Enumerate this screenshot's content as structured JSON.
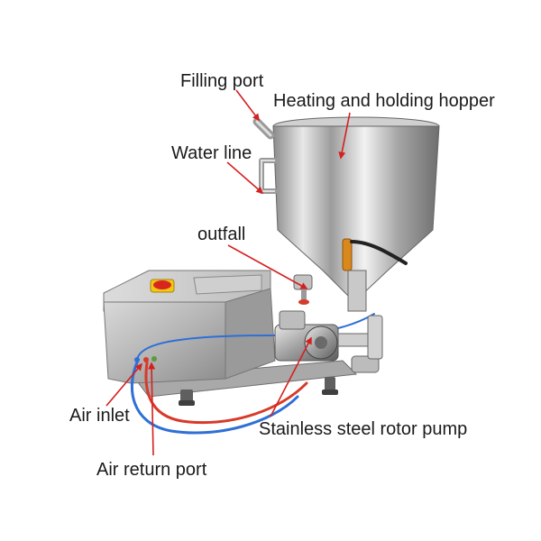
{
  "labels": {
    "filling_port": "Filling port",
    "heating_hopper": "Heating and holding hopper",
    "water_line": "Water line",
    "outfall": "outfall",
    "air_inlet": "Air inlet",
    "rotor_pump": "Stainless steel rotor pump",
    "air_return_port": "Air return port"
  },
  "colors": {
    "arrow": "#d42020",
    "steel_light": "#e6e6e6",
    "steel_mid": "#b8b8b8",
    "steel_dark": "#7a7a7a",
    "hose_blue": "#2f6fd6",
    "hose_red": "#d83a2a",
    "estop_red": "#d8261c",
    "estop_yellow": "#f2c618",
    "sensor_orange": "#d9881c"
  }
}
